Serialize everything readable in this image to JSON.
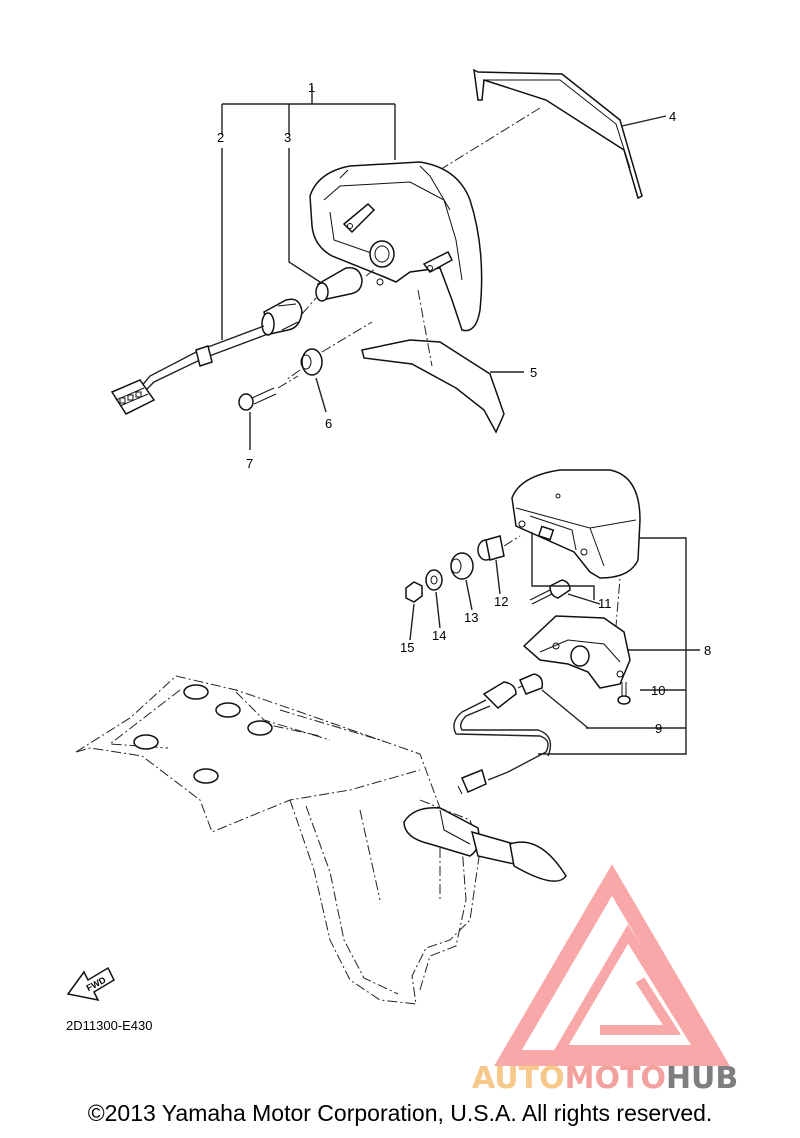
{
  "callouts": [
    "1",
    "2",
    "3",
    "4",
    "5",
    "6",
    "7",
    "8",
    "9",
    "10",
    "11",
    "12",
    "13",
    "14",
    "15"
  ],
  "drawing_code": "2D11300-E430",
  "fwd_label": "FWD",
  "watermark": {
    "part1": "AUTO",
    "part2": "MOTO",
    "part3": "HUB",
    "color_auto": "#f6c889",
    "color_moto": "#f3a19e",
    "color_hub": "#7e7e7e",
    "logo_color": "#f79a9a"
  },
  "copyright": "©2013 Yamaha Motor Corporation, U.S.A. All rights reserved."
}
